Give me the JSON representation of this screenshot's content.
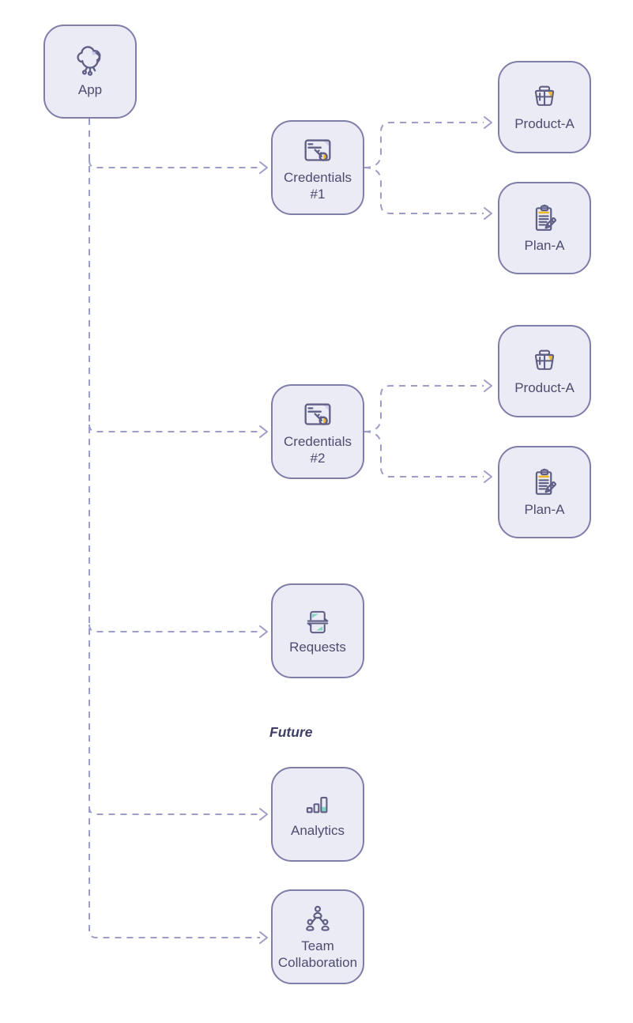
{
  "diagram": {
    "type": "flowchart",
    "section_label": "Future",
    "nodes": [
      {
        "id": "app",
        "label": "App",
        "icon": "cloud-app-icon"
      },
      {
        "id": "credentials-1",
        "label": "Credentials #1",
        "icon": "browser-key-icon"
      },
      {
        "id": "product-a-1",
        "label": "Product-A",
        "icon": "product-basket-icon"
      },
      {
        "id": "plan-a-1",
        "label": "Plan-A",
        "icon": "plan-clipboard-icon"
      },
      {
        "id": "credentials-2",
        "label": "Credentials #2",
        "icon": "browser-key-icon"
      },
      {
        "id": "product-a-2",
        "label": "Product-A",
        "icon": "product-basket-icon"
      },
      {
        "id": "plan-a-2",
        "label": "Plan-A",
        "icon": "plan-clipboard-icon"
      },
      {
        "id": "requests",
        "label": "Requests",
        "icon": "sync-requests-icon"
      },
      {
        "id": "analytics",
        "label": "Analytics",
        "icon": "bar-chart-icon"
      },
      {
        "id": "team-collaboration",
        "label": "Team Collaboration",
        "icon": "team-people-icon"
      }
    ],
    "edges": [
      {
        "from": "app",
        "to": "credentials-1",
        "style": "dashed",
        "arrow": "open"
      },
      {
        "from": "app",
        "to": "credentials-2",
        "style": "dashed",
        "arrow": "open"
      },
      {
        "from": "app",
        "to": "requests",
        "style": "dashed",
        "arrow": "open"
      },
      {
        "from": "app",
        "to": "analytics",
        "style": "dashed",
        "arrow": "open"
      },
      {
        "from": "app",
        "to": "team-collaboration",
        "style": "dashed",
        "arrow": "open"
      },
      {
        "from": "credentials-1",
        "to": "product-a-1",
        "style": "dashed",
        "arrow": "open"
      },
      {
        "from": "credentials-1",
        "to": "plan-a-1",
        "style": "dashed",
        "arrow": "open"
      },
      {
        "from": "credentials-2",
        "to": "product-a-2",
        "style": "dashed",
        "arrow": "open"
      },
      {
        "from": "credentials-2",
        "to": "plan-a-2",
        "style": "dashed",
        "arrow": "open"
      }
    ],
    "colors": {
      "node_fill": "#ebebf6",
      "node_border": "#7e7ea9",
      "edge_dash": "#9d9dc8",
      "label_text": "#4c4c6e",
      "section_text": "#3e3e62",
      "icon_stroke": "#5f5f85",
      "accent_yellow": "#ecb92f",
      "accent_teal": "#55c5a8",
      "accent_pink": "#ef8fa0",
      "accent_light_purple": "#cdcde9"
    }
  }
}
